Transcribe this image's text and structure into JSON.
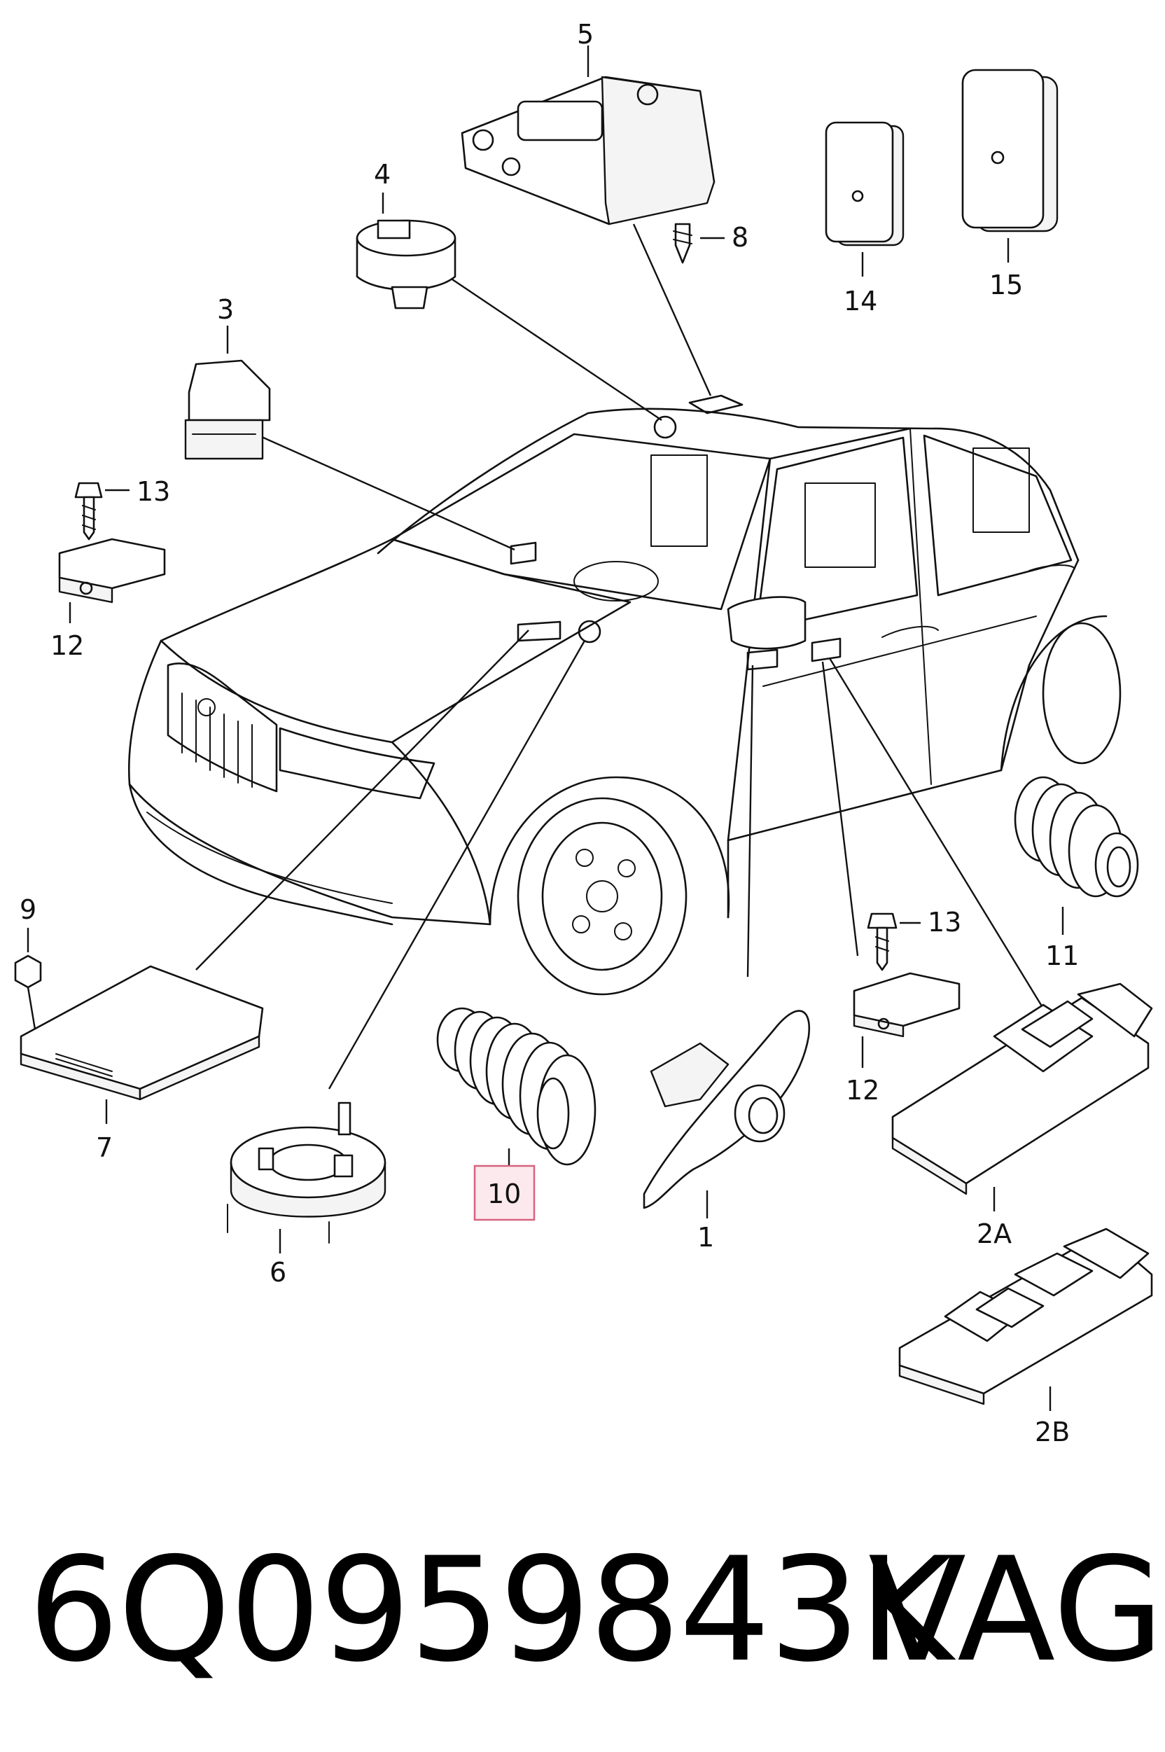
{
  "diagram": {
    "callouts": {
      "c1": "1",
      "c2a": "2A",
      "c2b": "2B",
      "c3": "3",
      "c4": "4",
      "c5": "5",
      "c6": "6",
      "c7": "7",
      "c8": "8",
      "c9": "9",
      "c10": "10",
      "c11": "11",
      "c12a": "12",
      "c12b": "12",
      "c13a": "13",
      "c13b": "13",
      "c14": "14",
      "c15": "15"
    },
    "highlighted_callout": "10",
    "highlight_color": "#d6637e"
  },
  "footer": {
    "part_number": "6Q0959843K",
    "brand": "VAG"
  }
}
